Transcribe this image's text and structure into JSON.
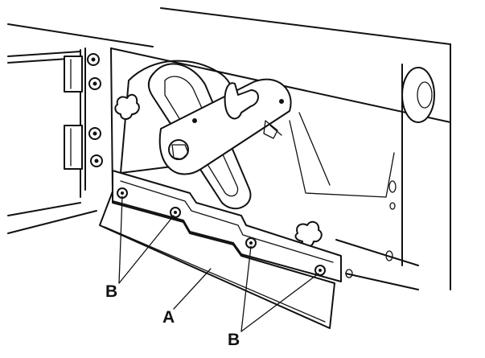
{
  "callouts": {
    "a": "A",
    "b_left": "B",
    "b_right": "B"
  },
  "colors": {
    "ink": "#111111",
    "paper": "#ffffff"
  }
}
